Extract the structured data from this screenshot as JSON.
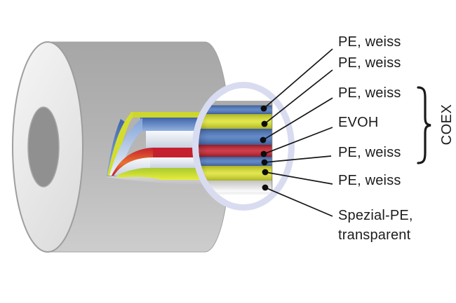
{
  "diagram": {
    "type": "coextruded-film-layer-structure",
    "labels": {
      "layer1": "PE, weiss",
      "layer2": "PE, weiss",
      "layer3": "PE, weiss",
      "layer4": "EVOH",
      "layer5": "PE, weiss",
      "layer6": "PE, weiss",
      "layer7_line1": "Spezial-PE,",
      "layer7_line2": "transparent",
      "group": "COEX"
    },
    "layers": [
      {
        "label": "PE, weiss",
        "color": "#4c77c0"
      },
      {
        "label": "PE, weiss",
        "color": "#dde331"
      },
      {
        "label": "PE, weiss",
        "color": "#4c77c0"
      },
      {
        "label": "EVOH",
        "color": "#c5202e"
      },
      {
        "label": "PE, weiss",
        "color": "#4c77c0"
      },
      {
        "label": "PE, weiss",
        "color": "#dde331"
      },
      {
        "label": "Spezial-PE, transparent",
        "color": "#c2c2c2"
      }
    ],
    "layer_colors": {
      "pe_weiss_blue": "#4c77c0",
      "pe_weiss_yellow": "#dde331",
      "evoh_red": "#c5202e",
      "film_edge_gray": "#ababab",
      "spezial_pe_gray": "#c2c2c2",
      "magnifier_ring": "#d9dcf0",
      "roll_gray": "#b3b3b3"
    }
  }
}
